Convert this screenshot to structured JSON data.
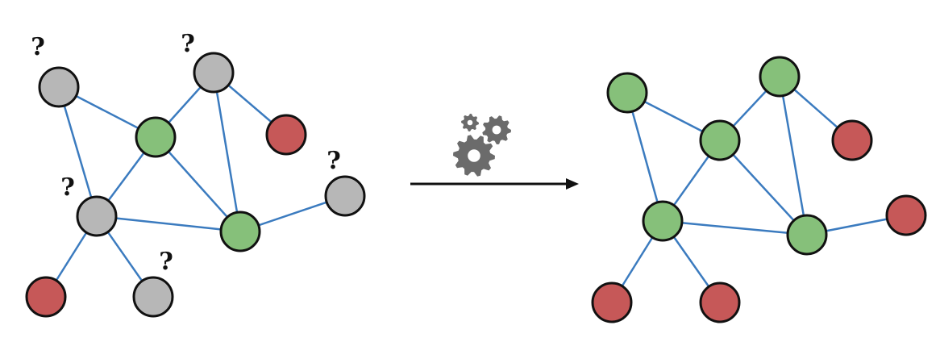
{
  "colors": {
    "unknown": "#b7b7b7",
    "green": "#86c07a",
    "red": "#c65858",
    "edge": "#3b7bbf",
    "stroke": "#111111",
    "gear": "#6b6b6b",
    "arrow": "#111111"
  },
  "unknown_label": "?",
  "icons": {
    "process": "gears-icon",
    "transition": "arrow-right-icon"
  },
  "edges": [
    [
      "A",
      "C"
    ],
    [
      "A",
      "E"
    ],
    [
      "B",
      "C"
    ],
    [
      "B",
      "D"
    ],
    [
      "B",
      "F"
    ],
    [
      "C",
      "E"
    ],
    [
      "C",
      "F"
    ],
    [
      "E",
      "F"
    ],
    [
      "F",
      "G"
    ],
    [
      "E",
      "H"
    ],
    [
      "E",
      "I"
    ]
  ],
  "before": {
    "nodes": [
      {
        "id": "A",
        "state": "unknown"
      },
      {
        "id": "B",
        "state": "unknown"
      },
      {
        "id": "C",
        "state": "green"
      },
      {
        "id": "D",
        "state": "red"
      },
      {
        "id": "E",
        "state": "unknown"
      },
      {
        "id": "F",
        "state": "green"
      },
      {
        "id": "G",
        "state": "unknown"
      },
      {
        "id": "H",
        "state": "red"
      },
      {
        "id": "I",
        "state": "unknown"
      }
    ]
  },
  "after": {
    "nodes": [
      {
        "id": "A",
        "state": "green"
      },
      {
        "id": "B",
        "state": "green"
      },
      {
        "id": "C",
        "state": "green"
      },
      {
        "id": "D",
        "state": "red"
      },
      {
        "id": "E",
        "state": "green"
      },
      {
        "id": "F",
        "state": "green"
      },
      {
        "id": "G",
        "state": "red"
      },
      {
        "id": "H",
        "state": "red"
      },
      {
        "id": "I",
        "state": "red"
      }
    ]
  }
}
